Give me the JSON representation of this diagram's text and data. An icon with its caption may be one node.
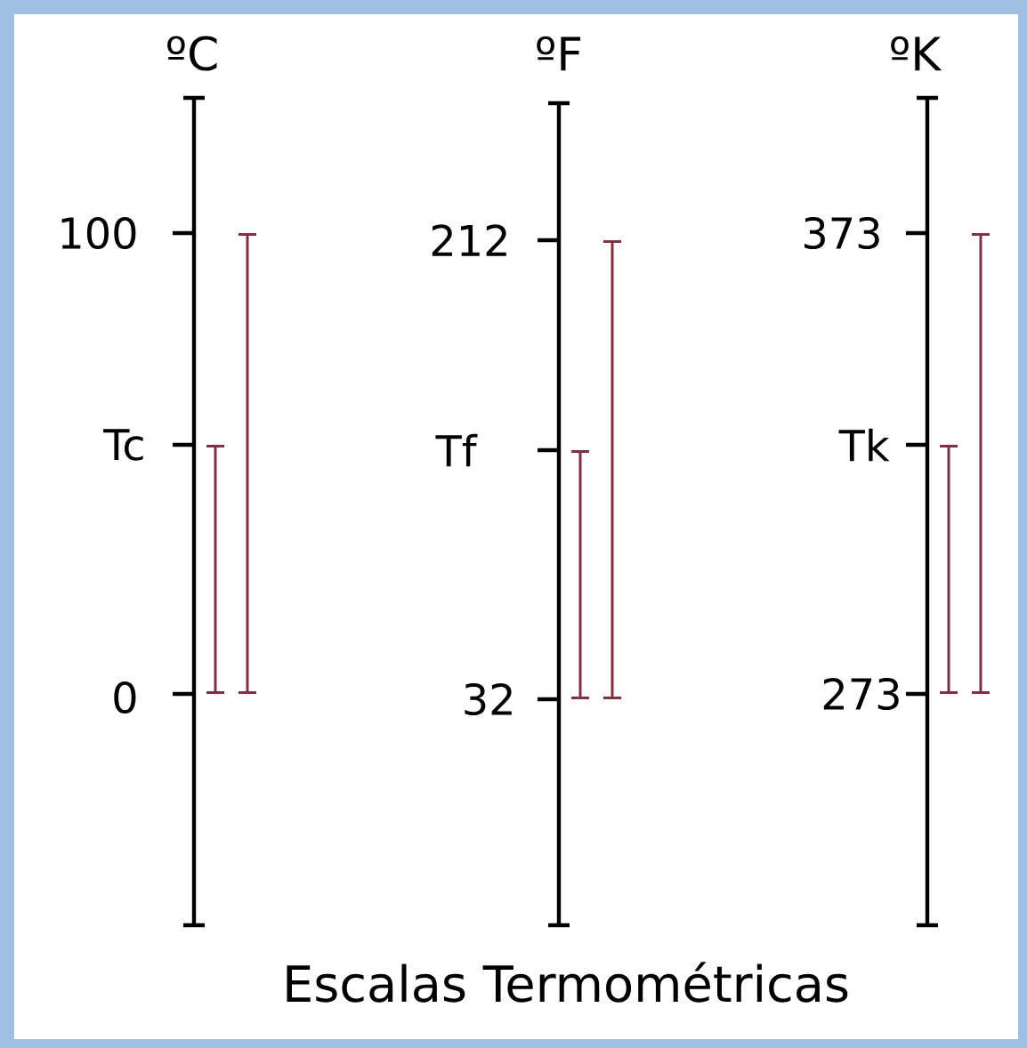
{
  "diagram": {
    "caption": "Escalas Termométricas",
    "labels": [
      "ºC",
      "ºF",
      "ºK",
      "100",
      "212",
      "373",
      "Tc",
      "Tf",
      "Tk",
      "0",
      "32",
      "273"
    ]
  }
}
